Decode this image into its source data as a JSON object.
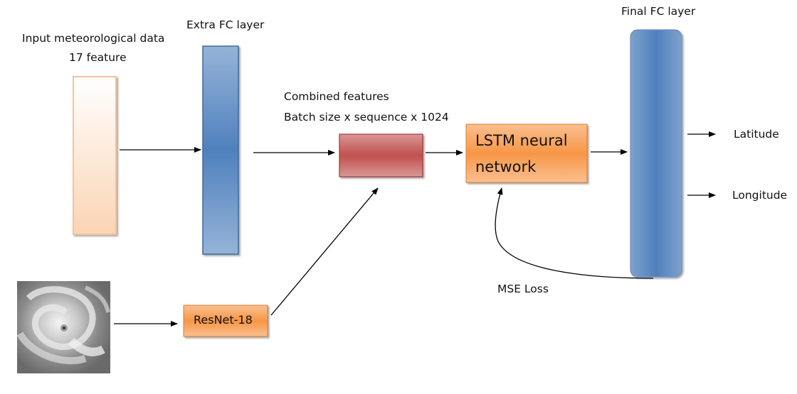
{
  "labels": {
    "input_line1": "Input meteorological data",
    "input_line2": "17 feature",
    "extra_fc": "Extra FC layer",
    "combined_line1": "Combined features",
    "combined_line2": "Batch size x sequence x 1024",
    "final_fc": "Final FC layer",
    "lstm_line1": "LSTM neural",
    "lstm_line2": "network",
    "resnet": "ResNet-18",
    "latitude": "Latitude",
    "longitude": "Longitude",
    "mse_loss": "MSE Loss"
  },
  "colors": {
    "input_block": "#fbd4b4",
    "fc_block": "#4f81bd",
    "combined_block": "#c0504d",
    "orange_block": "#f79646",
    "arrow": "#000000"
  }
}
